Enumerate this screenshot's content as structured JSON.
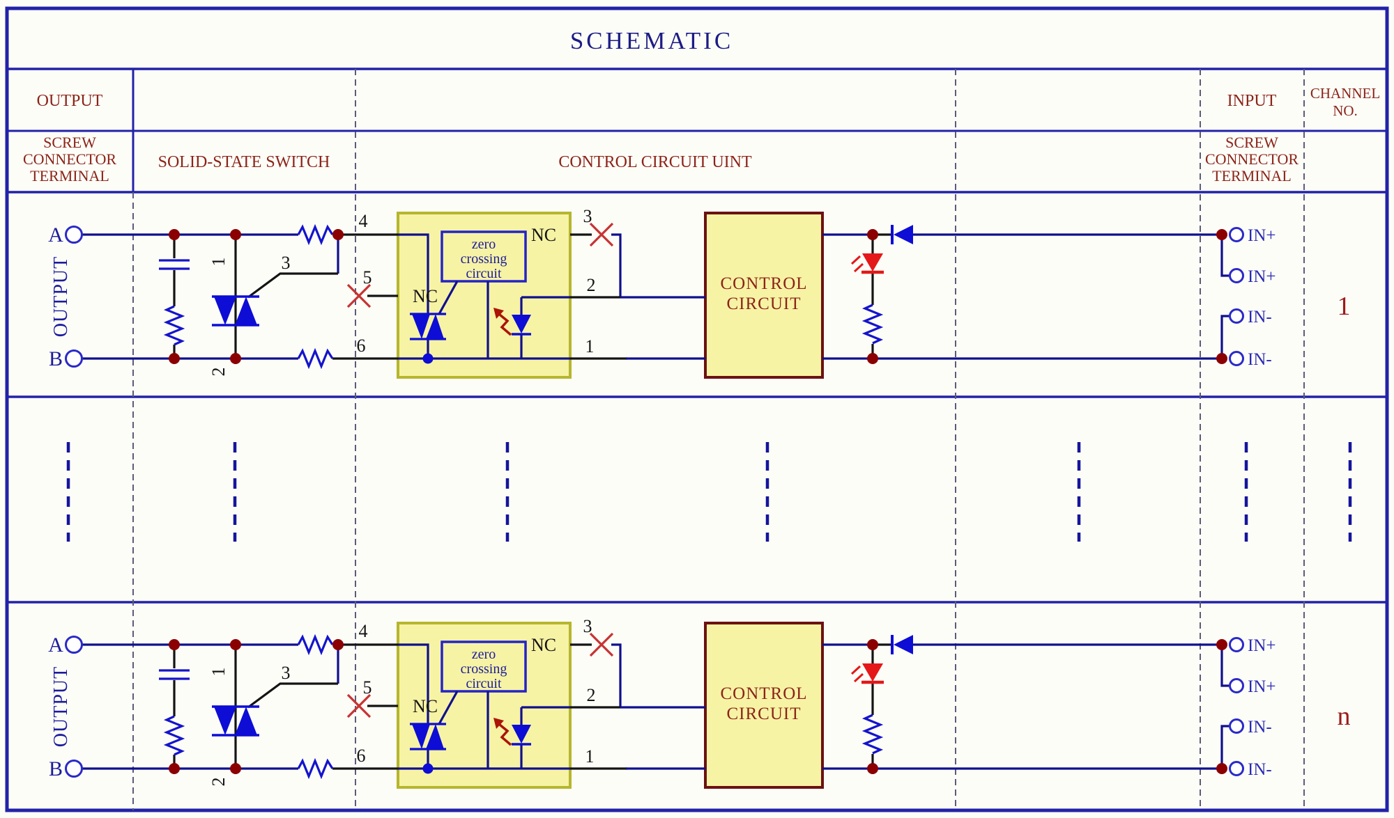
{
  "title": "SCHEMATIC",
  "header": {
    "col_output": "OUTPUT",
    "col_input": "INPUT",
    "col_channel_line1": "CHANNEL",
    "col_channel_line2": "NO.",
    "output_terminal_lines": [
      "SCREW",
      "CONNECTOR",
      "TERMINAL"
    ],
    "solid_state_switch": "SOLID-STATE SWITCH",
    "control_circuit_unit": "CONTROL CIRCUIT UINT",
    "input_terminal_lines": [
      "SCREW",
      "CONNECTOR",
      "TERMINAL"
    ]
  },
  "channel": {
    "terminal_a": "A",
    "terminal_b": "B",
    "output_label": "OUTPUT",
    "pin1": "1",
    "pin2": "2",
    "pin3": "3",
    "pin4": "4",
    "pin5": "5",
    "pin6": "6",
    "gate_pin3": "3",
    "triac_pin1": "1",
    "triac_pin2": "2",
    "nc_top": "NC",
    "nc_left": "NC",
    "zero_crossing_lines": [
      "zero",
      "crossing",
      "circuit"
    ],
    "control_circuit_lines": [
      "CONTROL",
      "CIRCUIT"
    ],
    "in_labels": [
      "IN+",
      "IN+",
      "IN-",
      "IN-"
    ]
  },
  "channels": [
    {
      "number": "1"
    },
    {
      "number": "n"
    }
  ],
  "colors": {
    "table_line": "#2222a8",
    "wire_navy": "#10108e",
    "wire_black": "#141414",
    "component_blue": "#0d0dd6",
    "junction_dot": "#8b0000",
    "box_fill_yellow": "#f7f3a4",
    "opto_box_border": "#b6b62e",
    "control_box_border": "#6b1212",
    "zero_box_border": "#2424c8",
    "header_text_maroon": "#8b2418",
    "title_navy": "#1c1c86",
    "red_led": "#e41818",
    "red_x": "#c63333",
    "channel_number_red": "#9b1b1b"
  }
}
